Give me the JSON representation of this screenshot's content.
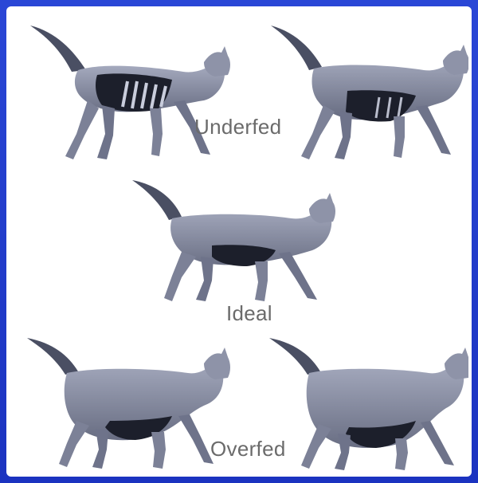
{
  "labels": {
    "underfed": "Underfed",
    "ideal": "Ideal",
    "overfed": "Overfed"
  },
  "colors": {
    "frame": "#1f38c9",
    "panel": "#ffffff",
    "label": "#6b6b6b",
    "fur_light": "#9a9fb4",
    "fur_dark": "#4a4f63",
    "shadow": "#111320"
  }
}
